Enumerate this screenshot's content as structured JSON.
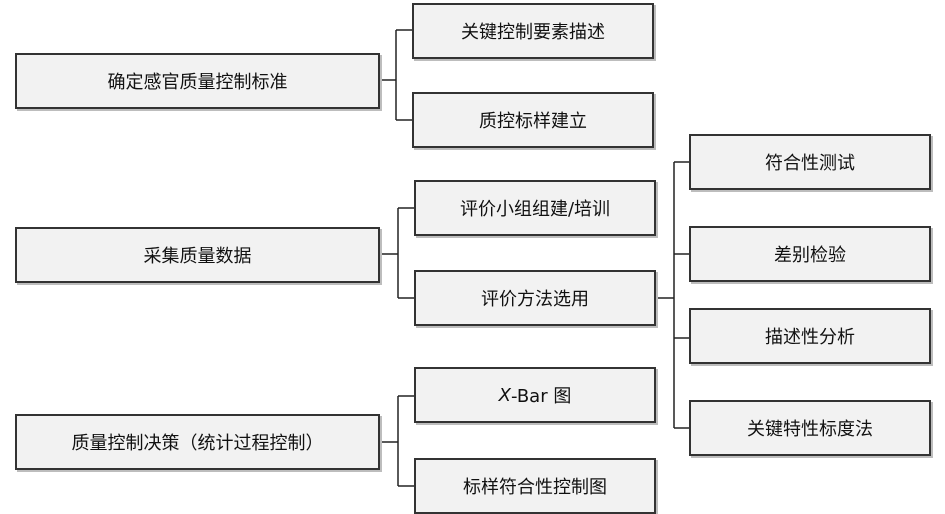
{
  "diagram": {
    "groups": [
      {
        "label": "确定感官质量控制标准",
        "children": [
          "关键控制要素描述",
          "质控标样建立"
        ]
      },
      {
        "label": "采集质量数据",
        "children": [
          "评价小组组建/培训",
          {
            "label": "评价方法选用",
            "children": [
              "符合性测试",
              "差别检验",
              "描述性分析",
              "关键特性标度法"
            ]
          }
        ]
      },
      {
        "label": "质量控制决策（统计过程控制）",
        "children": [
          {
            "prefix": "X",
            "suffix": "-Bar 图"
          },
          "标样符合性控制图"
        ]
      }
    ]
  }
}
